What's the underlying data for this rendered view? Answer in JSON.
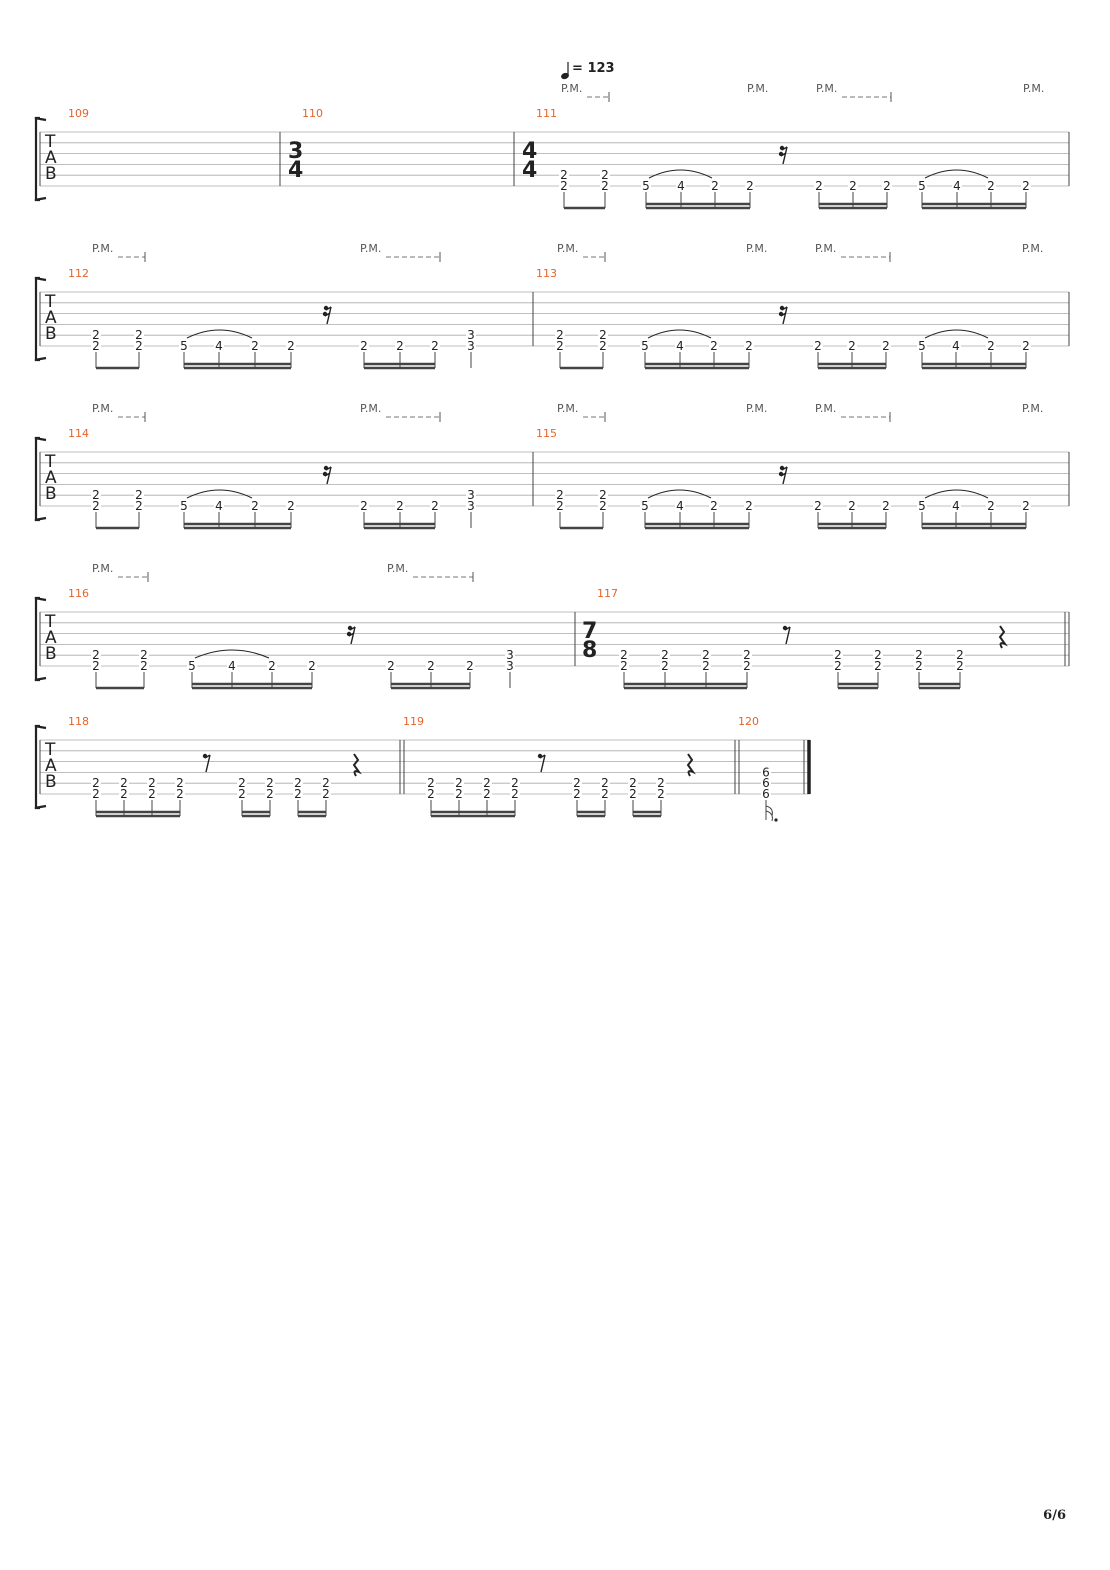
{
  "document": {
    "tempo": {
      "equals": "=",
      "bpm": "123"
    },
    "page_number": "6/6",
    "tab_clef": [
      "T",
      "A",
      "B"
    ],
    "palm_mute_label": "P.M.",
    "systems": [
      {
        "measures": [
          {
            "number": "109",
            "notes": []
          },
          {
            "number": "110",
            "time_signature": [
              "3",
              "4"
            ],
            "notes": []
          },
          {
            "number": "111",
            "time_signature": [
              "4",
              "4"
            ],
            "notes": [
              [
                "2",
                "2"
              ],
              [
                "2",
                "2"
              ],
              [
                "5"
              ],
              [
                "4"
              ],
              [
                "2"
              ],
              [
                "2"
              ],
              [
                "2"
              ],
              [
                "2"
              ],
              [
                "2"
              ],
              [
                "5"
              ],
              [
                "4"
              ],
              [
                "2"
              ],
              [
                "2"
              ]
            ]
          }
        ],
        "pm_marks": [
          "P.M.",
          "P.M.",
          "P.M.",
          "P.M."
        ]
      },
      {
        "measures": [
          {
            "number": "112",
            "notes": [
              [
                "2",
                "2"
              ],
              [
                "2",
                "2"
              ],
              [
                "5"
              ],
              [
                "4"
              ],
              [
                "2"
              ],
              [
                "2"
              ],
              [
                "2"
              ],
              [
                "2"
              ],
              [
                "2"
              ],
              [
                "3",
                "3"
              ]
            ]
          },
          {
            "number": "113",
            "notes": [
              [
                "2",
                "2"
              ],
              [
                "2",
                "2"
              ],
              [
                "5"
              ],
              [
                "4"
              ],
              [
                "2"
              ],
              [
                "2"
              ],
              [
                "2"
              ],
              [
                "2"
              ],
              [
                "2"
              ],
              [
                "5"
              ],
              [
                "4"
              ],
              [
                "2"
              ],
              [
                "2"
              ]
            ]
          }
        ],
        "pm_marks": [
          "P.M.",
          "P.M.",
          "P.M.",
          "P.M.",
          "P.M.",
          "P.M."
        ]
      },
      {
        "measures": [
          {
            "number": "114",
            "notes": [
              [
                "2",
                "2"
              ],
              [
                "2",
                "2"
              ],
              [
                "5"
              ],
              [
                "4"
              ],
              [
                "2"
              ],
              [
                "2"
              ],
              [
                "2"
              ],
              [
                "2"
              ],
              [
                "2"
              ],
              [
                "3",
                "3"
              ]
            ]
          },
          {
            "number": "115",
            "notes": [
              [
                "2",
                "2"
              ],
              [
                "2",
                "2"
              ],
              [
                "5"
              ],
              [
                "4"
              ],
              [
                "2"
              ],
              [
                "2"
              ],
              [
                "2"
              ],
              [
                "2"
              ],
              [
                "2"
              ],
              [
                "5"
              ],
              [
                "4"
              ],
              [
                "2"
              ],
              [
                "2"
              ]
            ]
          }
        ],
        "pm_marks": [
          "P.M.",
          "P.M.",
          "P.M.",
          "P.M.",
          "P.M.",
          "P.M."
        ]
      },
      {
        "measures": [
          {
            "number": "116",
            "notes": [
              [
                "2",
                "2"
              ],
              [
                "2",
                "2"
              ],
              [
                "5"
              ],
              [
                "4"
              ],
              [
                "2"
              ],
              [
                "2"
              ],
              [
                "2"
              ],
              [
                "2"
              ],
              [
                "2"
              ],
              [
                "3",
                "3"
              ]
            ]
          },
          {
            "number": "117",
            "time_signature": [
              "7",
              "8"
            ],
            "notes": [
              [
                "2",
                "2"
              ],
              [
                "2",
                "2"
              ],
              [
                "2",
                "2"
              ],
              [
                "2",
                "2"
              ],
              [
                "2",
                "2"
              ],
              [
                "2",
                "2"
              ],
              [
                "2",
                "2"
              ],
              [
                "2",
                "2"
              ]
            ]
          }
        ],
        "pm_marks": [
          "P.M.",
          "P.M."
        ]
      },
      {
        "measures": [
          {
            "number": "118",
            "notes": [
              [
                "2",
                "2"
              ],
              [
                "2",
                "2"
              ],
              [
                "2",
                "2"
              ],
              [
                "2",
                "2"
              ],
              [
                "2",
                "2"
              ],
              [
                "2",
                "2"
              ],
              [
                "2",
                "2"
              ],
              [
                "2",
                "2"
              ]
            ]
          },
          {
            "number": "119",
            "notes": [
              [
                "2",
                "2"
              ],
              [
                "2",
                "2"
              ],
              [
                "2",
                "2"
              ],
              [
                "2",
                "2"
              ],
              [
                "2",
                "2"
              ],
              [
                "2",
                "2"
              ],
              [
                "2",
                "2"
              ],
              [
                "2",
                "2"
              ]
            ]
          },
          {
            "number": "120",
            "notes": [
              [
                "6",
                "6",
                "6"
              ]
            ]
          }
        ],
        "pm_marks": []
      }
    ]
  }
}
